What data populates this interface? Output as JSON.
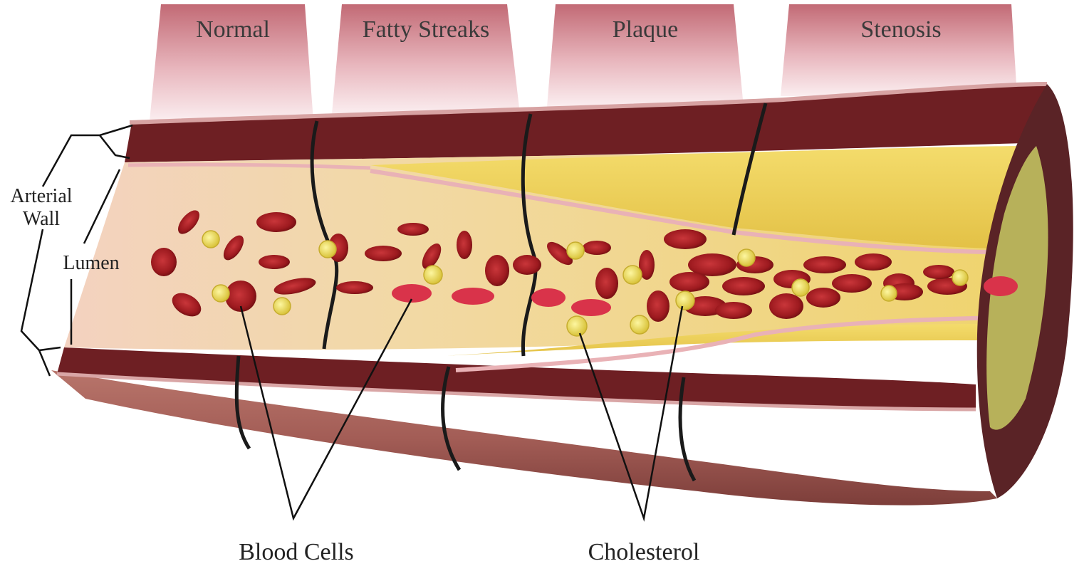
{
  "stages": [
    {
      "id": "normal",
      "label": "Normal"
    },
    {
      "id": "fatty-streaks",
      "label": "Fatty Streaks"
    },
    {
      "id": "plaque",
      "label": "Plaque"
    },
    {
      "id": "stenosis",
      "label": "Stenosis"
    }
  ],
  "labels": {
    "arterial_wall_line1": "Arterial",
    "arterial_wall_line2": "Wall",
    "lumen": "Lumen",
    "blood_cells": "Blood Cells",
    "cholesterol": "Cholesterol"
  },
  "colors": {
    "tab_top": "#c26a75",
    "tab_bottom": "#fbeef0",
    "wall_dark": "#6e1f23",
    "wall_outer": "#a9625c",
    "lumen_pink": "#f1c9b6",
    "plaque_yellow": "#efd05a",
    "blood_cell": "#a31a1f",
    "cholesterol": "#f3e25a",
    "intima": "#e9b2b6"
  }
}
